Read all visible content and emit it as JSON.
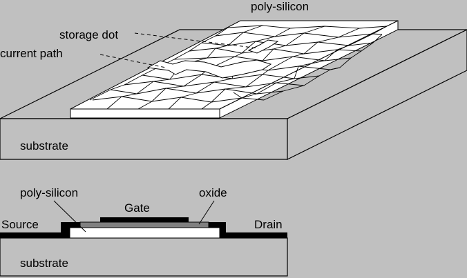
{
  "colors": {
    "background": "#c0c0c0",
    "outline": "#000000",
    "poly_silicon_fill": "#ffffff",
    "oxide_fill": "#808080"
  },
  "top_view": {
    "labels": {
      "poly_silicon": "poly-silicon",
      "storage_dot": "storage dot",
      "current_path": "current path",
      "substrate": "substrate"
    }
  },
  "cross_section": {
    "labels": {
      "poly_silicon": "poly-silicon",
      "gate": "Gate",
      "oxide": "oxide",
      "source": "Source",
      "drain": "Drain",
      "substrate": "substrate"
    }
  }
}
